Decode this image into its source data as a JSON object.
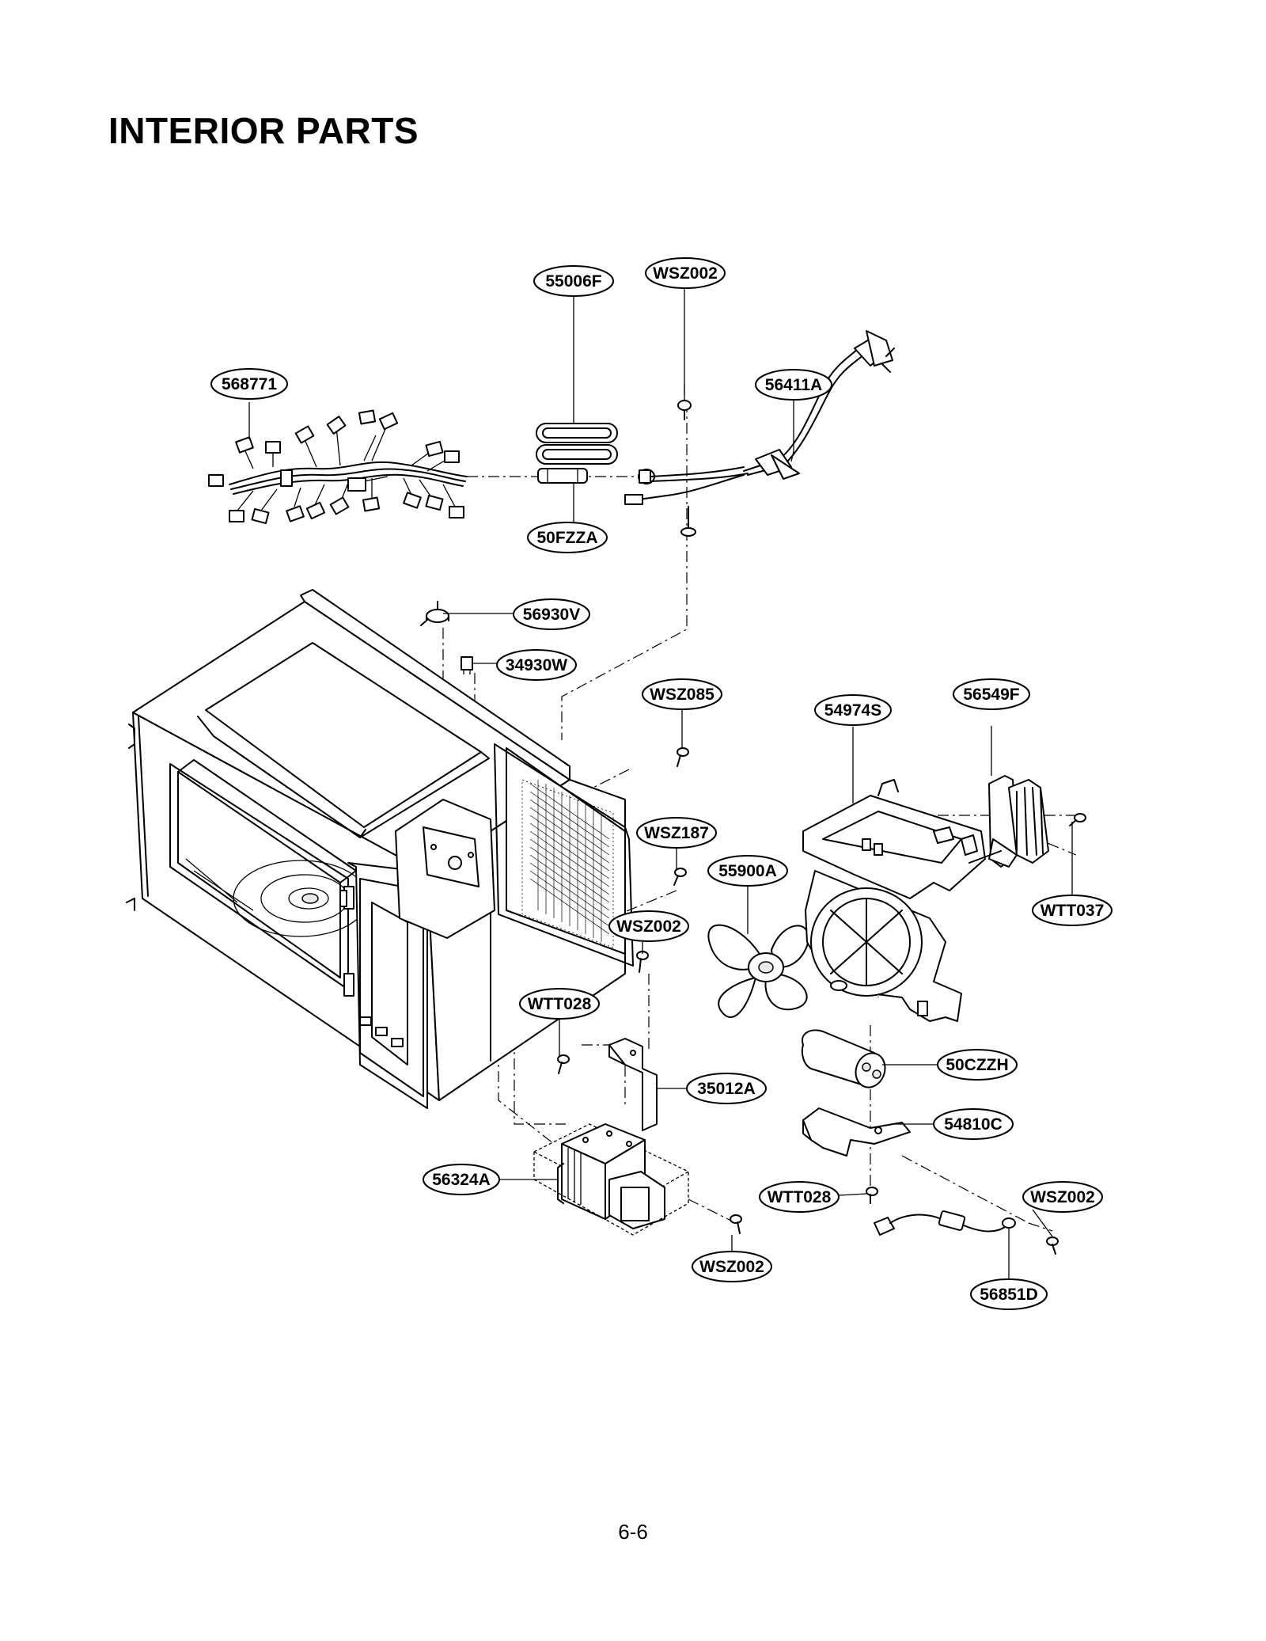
{
  "page": {
    "title": "INTERIOR PARTS",
    "page_number": "6-6"
  },
  "callouts": {
    "c568771": "568771",
    "c55006F": "55006F",
    "cWSZ002_top": "WSZ002",
    "c56411A": "56411A",
    "c50FZZA": "50FZZA",
    "c56930V": "56930V",
    "c34930W": "34930W",
    "cWSZ085": "WSZ085",
    "c54974S": "54974S",
    "c56549F": "56549F",
    "cWSZ187": "WSZ187",
    "c55900A": "55900A",
    "cWTT037": "WTT037",
    "cWSZ002_mid": "WSZ002",
    "cWTT028_left": "WTT028",
    "c50CZZH": "50CZZH",
    "c35012A": "35012A",
    "c54810C": "54810C",
    "c56324A": "56324A",
    "cWTT028_right": "WTT028",
    "cWSZ002_right": "WSZ002",
    "cWSZ002_bottom": "WSZ002",
    "c56851D": "56851D"
  }
}
